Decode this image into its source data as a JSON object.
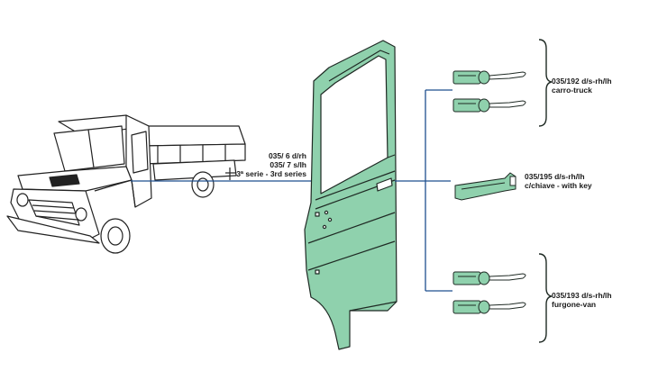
{
  "door_label": {
    "line1": "035/  6 d/rh",
    "line2": "035/  7 s/lh",
    "line3": "3ª serie - 3rd series"
  },
  "lock_group_top": {
    "line1": "035/192 d/s-rh/lh",
    "line2": "carro-truck"
  },
  "handle_group": {
    "line1": "035/195 d/s-rh/lh",
    "line2": "c/chiave - with key"
  },
  "lock_group_bottom": {
    "line1": "035/193 d/s-rh/lh",
    "line2": "furgone-van"
  },
  "colors": {
    "part_fill": "#8fd1ad",
    "part_stroke": "#1f2a24",
    "leader_line": "#1f4f8f",
    "truck_stroke": "#222222"
  },
  "icons": [
    "truck-illustration",
    "door-panel",
    "lock-cylinder",
    "door-handle",
    "curly-brace"
  ]
}
